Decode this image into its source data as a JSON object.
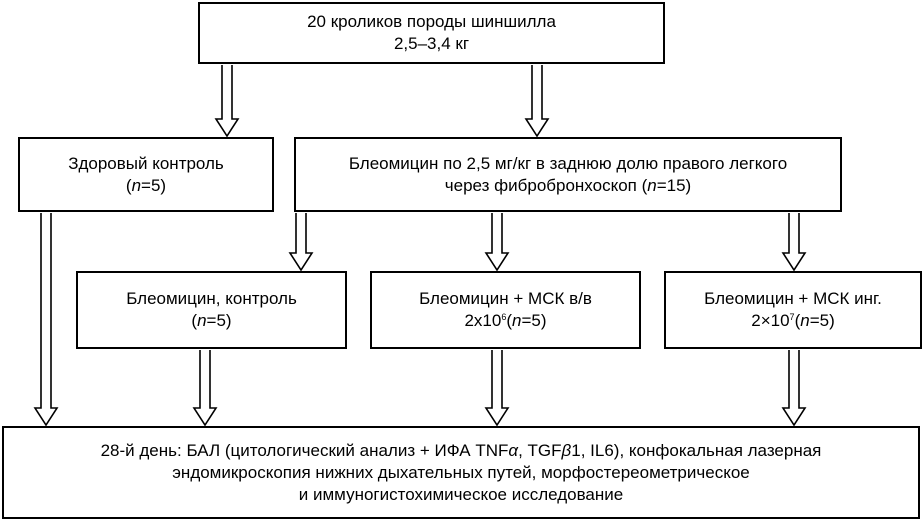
{
  "boxes": {
    "top": {
      "line1": "20 кроликов породы шиншилла",
      "line2": "2,5–3,4 кг"
    },
    "healthy": {
      "line1": "Здоровый контроль",
      "n_label": "n",
      "n_value": "=5)"
    },
    "bleomycin_main": {
      "line1": "Блеомицин по 2,5 мг/кг в заднюю долю правого легкого",
      "line2_prefix": "через фибробронхоскоп (",
      "n_label": "n",
      "n_value": "=15)"
    },
    "bleo_control": {
      "line1": "Блеомицин, контроль",
      "n_label": "n",
      "n_value": "=5)"
    },
    "bleo_msc_iv": {
      "line1": "Блеомицин + МСК в/в",
      "dose_base": "2х10",
      "dose_exp": "6",
      "n_label": "n",
      "n_value": "=5)"
    },
    "bleo_msc_inh": {
      "line1": "Блеомицин + МСК инг.",
      "dose_base": "2×10",
      "dose_exp": "7",
      "n_label": "n",
      "n_value": "=5)"
    },
    "day28": {
      "line1_a": "28-й день: БАЛ (цитологический анализ + ИФА TNF",
      "alpha": "α",
      "line1_b": ", TGF",
      "beta": "β",
      "line1_c": "1, IL6), конфокальная лазерная",
      "line2": "эндомикроскопия нижних дыхательных путей, морфостереометрическое",
      "line3": "и иммуногистохимическое исследование"
    }
  }
}
